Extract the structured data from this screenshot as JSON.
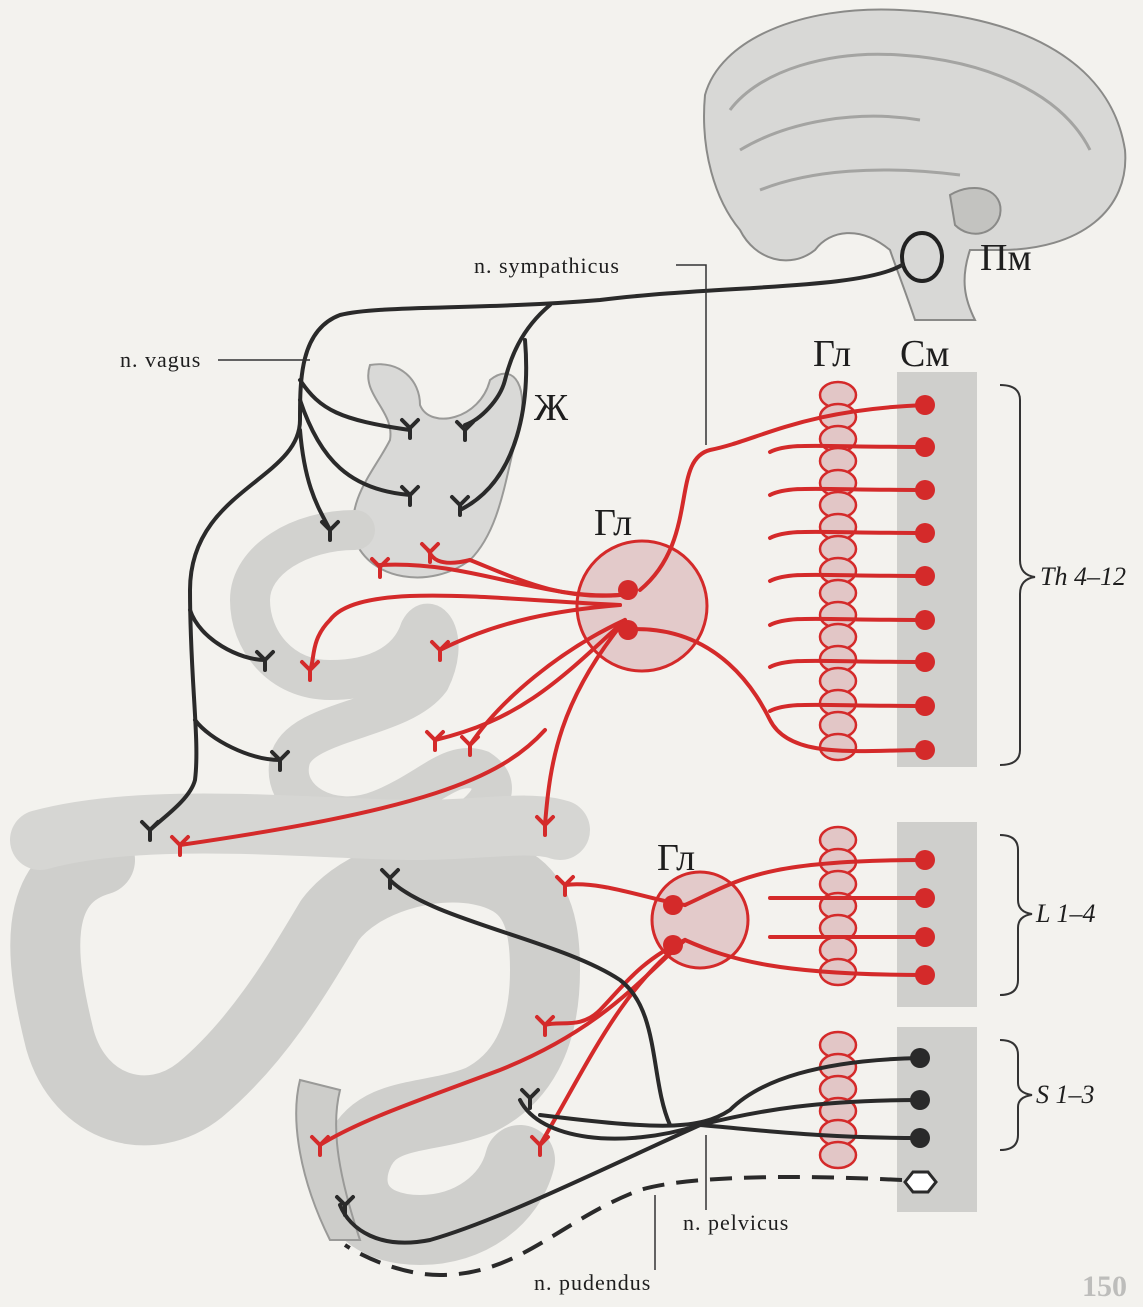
{
  "labels": {
    "brain_stem": "Пм",
    "stomach": "Ж",
    "ganglion_chain_top": "Гл",
    "spinal_cord": "См",
    "ganglion_upper": "Гл",
    "ganglion_lower": "Гл",
    "n_sympathicus": "n. sympathicus",
    "n_vagus": "n. vagus",
    "n_pelvicus": "n. pelvicus",
    "n_pudendus": "n. pudendus"
  },
  "segments": {
    "thoracic": "Th 4–12",
    "lumbar": "L 1–4",
    "sacral": "S 1–3"
  },
  "page_number": "150",
  "colors": {
    "sympathetic": "#d42a2a",
    "parasympathetic": "#2a2a2a",
    "organ": "#d9d9d7",
    "organ_shadow": "#b9b9b6",
    "ganglion_fill": "#e6cfcf",
    "cord": "#cfcfcc"
  }
}
